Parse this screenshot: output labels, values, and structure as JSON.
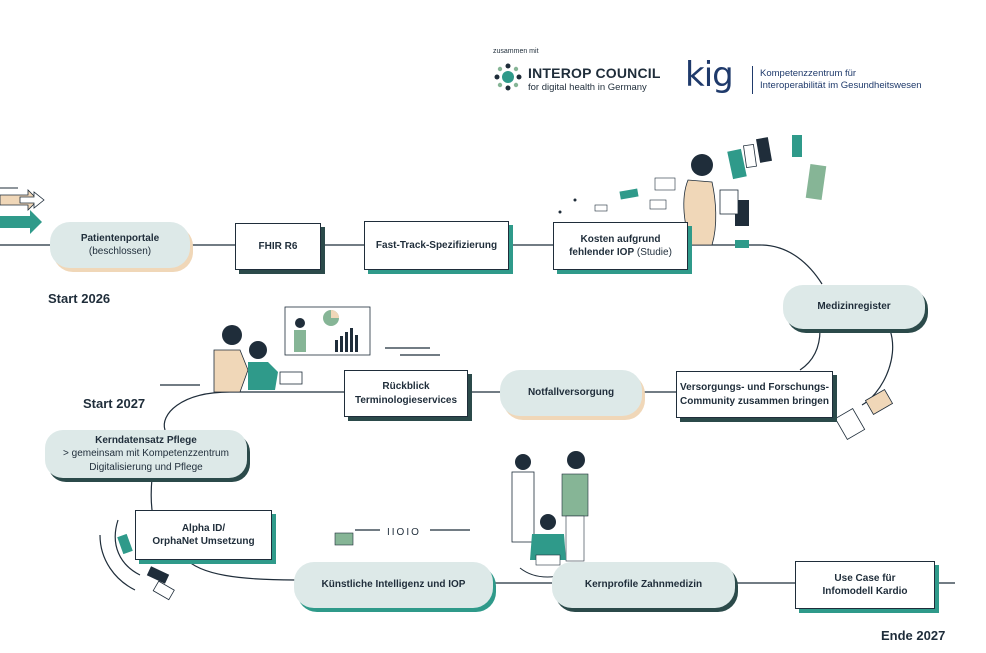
{
  "header": {
    "together_with": "zusammen mit",
    "interop_title": "INTEROP COUNCIL",
    "interop_subtitle": "for digital health in Germany",
    "kig_mark": "kig",
    "kig_line1": "Kompetenzzentrum für",
    "kig_line2": "Interoperabilität im Gesundheitswesen"
  },
  "labels": {
    "start_2026": "Start 2026",
    "start_2027": "Start 2027",
    "end_2027": "Ende 2027"
  },
  "nodes": {
    "patientenportale": {
      "title": "Patientenportale",
      "note": "(beschlossen)"
    },
    "fhir": {
      "title": "FHIR R6"
    },
    "fasttrack": {
      "title": "Fast-Track-Spezifizierung"
    },
    "kosten": {
      "title": "Kosten aufgrund",
      "title2": "fehlender IOP",
      "note": "(Studie)"
    },
    "medizinregister": {
      "title": "Medizinregister"
    },
    "versorgung": {
      "title": "Versorgungs- und Forschungs-",
      "title2": "Community zusammen bringen"
    },
    "notfall": {
      "title": "Notfallversorgung"
    },
    "rueckblick": {
      "title": "Rückblick",
      "title2": "Terminologieservices"
    },
    "kerndatensatz": {
      "title": "Kerndatensatz Pflege",
      "line2": "> gemeinsam mit Kompetenzzentrum",
      "line3": "Digitalisierung und Pflege"
    },
    "alpha": {
      "title": "Alpha ID/",
      "title2": "OrphaNet Umsetzung"
    },
    "ki": {
      "title": "Künstliche Intelligenz und IOP"
    },
    "kernprofile": {
      "title": "Kernprofile Zahnmedizin"
    },
    "usecase": {
      "title": "Use Case für",
      "title2": "Infomodell Kardio"
    }
  },
  "decor": {
    "binary": "IIOIO"
  },
  "colors": {
    "teal": "#2f9a8a",
    "pill": "#dde9e8",
    "orange": "#f0d7b8",
    "dark": "#1f2d3a",
    "green": "#86b596"
  }
}
